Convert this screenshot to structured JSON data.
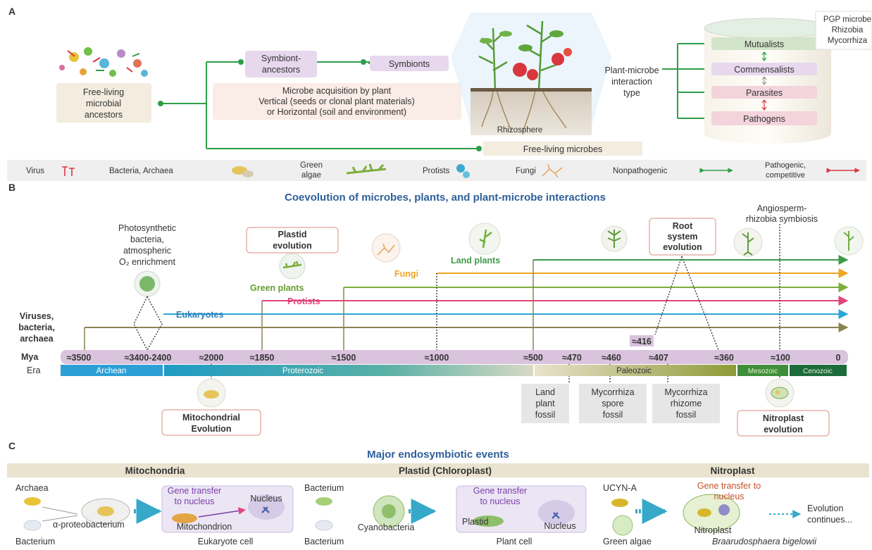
{
  "panelA": {
    "label": "A",
    "free_living_ancestors": [
      "Free-living",
      "microbial",
      "ancestors"
    ],
    "symbiont_ancestors": [
      "Symbiont-",
      "ancestors"
    ],
    "symbionts": "Symbionts",
    "acquisition": [
      "Microbe acquisition by plant",
      "Vertical (seeds or clonal plant materials)",
      "or Horizontal (soil and environment)"
    ],
    "rhizosphere": "Rhizosphere",
    "interaction_type": [
      "Plant-microbe",
      "interaction",
      "type"
    ],
    "pgp_box": [
      "PGP microbe",
      "Rhizobia",
      "Mycorrhiza"
    ],
    "categories": [
      "Mutualists",
      "Commensalists",
      "Parasites",
      "Pathogens"
    ],
    "free_living_microbes": "Free-living microbes",
    "legend": {
      "virus": "Virus",
      "bacteria_archaea": "Bacteria, Archaea",
      "green_algae": [
        "Green",
        "algae"
      ],
      "protists": "Protists",
      "fungi": "Fungi",
      "nonpathogenic": "Nonpathogenic",
      "pathogenic": [
        "Pathogenic,",
        "competitive"
      ]
    },
    "colors": {
      "green": "#2e9e48",
      "red": "#d9363e",
      "tan": "#f3ecdf",
      "purple": "#e7d8ee",
      "pink": "#f3d3dc"
    }
  },
  "panelB": {
    "label": "B",
    "title": "Coevolution of microbes, plants, and plant-microbe interactions",
    "viruses": [
      "Viruses,",
      "bacteria,",
      "archaea"
    ],
    "photosynthetic": [
      "Photosynthetic",
      "bacteria,",
      "atmospheric",
      "O₂ enrichment"
    ],
    "plastid": [
      "Plastid",
      "evolution"
    ],
    "green_plants": "Green plants",
    "protists": "Protists",
    "eukaryotes": "Eukaryotes",
    "fungi": "Fungi",
    "land_plants": "Land plants",
    "root_system": [
      "Root",
      "system",
      "evolution"
    ],
    "angiosperm": [
      "Angiosperm-",
      "rhizobia symbiosis"
    ],
    "mya_label": "Mya",
    "era_label": "Era",
    "timeline": [
      "≈3500",
      "≈3400-2400",
      "≈2000",
      "≈1850",
      "≈1500",
      "≈1000",
      "≈500",
      "≈470",
      "≈460",
      "≈407",
      "≈360",
      "≈100",
      "0"
    ],
    "mark_416": "≈416",
    "eras": [
      "Archean",
      "Proterozoic",
      "Paleozoic",
      "Mesozoic",
      "Cenozoic"
    ],
    "mito_box": [
      "Mitochondrial",
      "Evolution"
    ],
    "land_fossil": [
      "Land",
      "plant",
      "fossil"
    ],
    "myco_spore": [
      "Mycorrhiza",
      "spore",
      "fossil"
    ],
    "myco_rhizome": [
      "Mycorrhiza",
      "rhizome",
      "fossil"
    ],
    "nitroplast_box": [
      "Nitroplast",
      "evolution"
    ],
    "colors": {
      "khaki": "#8c8352",
      "blue": "#2aa7d6",
      "pink": "#e0457b",
      "green": "#7cae3a",
      "orange": "#f0a524",
      "darkgreen": "#3d9a4a",
      "timeline": "#d9c3dd"
    }
  },
  "panelC": {
    "label": "C",
    "title": "Major endosymbiotic events",
    "mito_header": "Mitochondria",
    "plastid_header": "Plastid (Chloroplast)",
    "nitroplast_header": "Nitroplast",
    "mito": {
      "archaea": "Archaea",
      "bacterium": "Bacterium",
      "alpha": "α-proteobacterium",
      "gene_transfer": [
        "Gene transfer",
        "to nucleus"
      ],
      "nucleus": "Nucleus",
      "mitochondrion": "Mitochondrion",
      "cell": "Eukaryote cell"
    },
    "plastid": {
      "bacterium1": "Bacterium",
      "bacterium2": "Bacterium",
      "cyano": "Cyanobacteria",
      "gene_transfer": [
        "Gene transfer",
        "to nucleus"
      ],
      "plastid": "Plastid",
      "nucleus": "Nucleus",
      "cell": "Plant cell"
    },
    "nitro": {
      "ucyn": "UCYN-A",
      "green_algae": "Green algae",
      "gene_transfer": [
        "Gene transfer to",
        "nucleus"
      ],
      "nitroplast": "Nitroplast",
      "species": "Braarudosphaera bigelowii",
      "evolution": [
        "Evolution",
        "continues..."
      ]
    }
  }
}
